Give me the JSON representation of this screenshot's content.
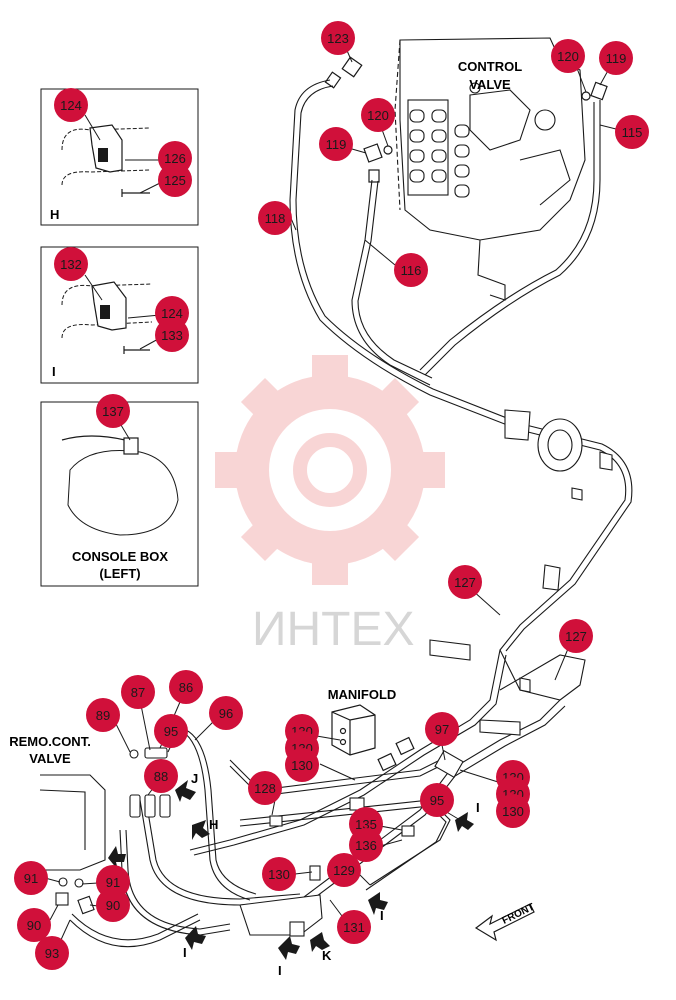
{
  "titles": {
    "control_valve_line1": "CONTROL",
    "control_valve_line2": "VALVE",
    "manifold": "MANIFOLD",
    "remo_line1": "REMO.CONT.",
    "remo_line2": "VALVE",
    "console_line1": "CONSOLE BOX",
    "console_line2": "(LEFT)",
    "front": "FRONT",
    "watermark": "ИНТЕХ"
  },
  "detail_letters": {
    "h": "H",
    "i": "I"
  },
  "view_letters": {
    "j": "J",
    "h": "H",
    "i_right": "I",
    "i_mid": "I",
    "i_left": "I",
    "i_bottom": "I",
    "k": "K"
  },
  "callouts": {
    "c124a": "124",
    "c126": "126",
    "c125": "125",
    "c132": "132",
    "c124b": "124",
    "c133": "133",
    "c137": "137",
    "c123": "123",
    "c120a": "120",
    "c119a": "119",
    "c120b": "120",
    "c119b": "119",
    "c115": "115",
    "c118": "118",
    "c116": "116",
    "c127a": "127",
    "c127b": "127",
    "c87": "87",
    "c86": "86",
    "c89": "89",
    "c95a": "95",
    "c96": "96",
    "c88": "88",
    "c130a": "130",
    "c130b": "130",
    "c130c": "130",
    "c97": "97",
    "c128": "128",
    "c130d": "130",
    "c130e": "130",
    "c130f": "130",
    "c95b": "95",
    "c135": "135",
    "c136": "136",
    "c130g": "130",
    "c129": "129",
    "c131": "131",
    "c91a": "91",
    "c91b": "91",
    "c90a": "90",
    "c90b": "90",
    "c93": "93"
  },
  "colors": {
    "callout_fill": "#d0103a",
    "line": "#1a1a1a",
    "watermark_gear": "#f7c9c9"
  }
}
